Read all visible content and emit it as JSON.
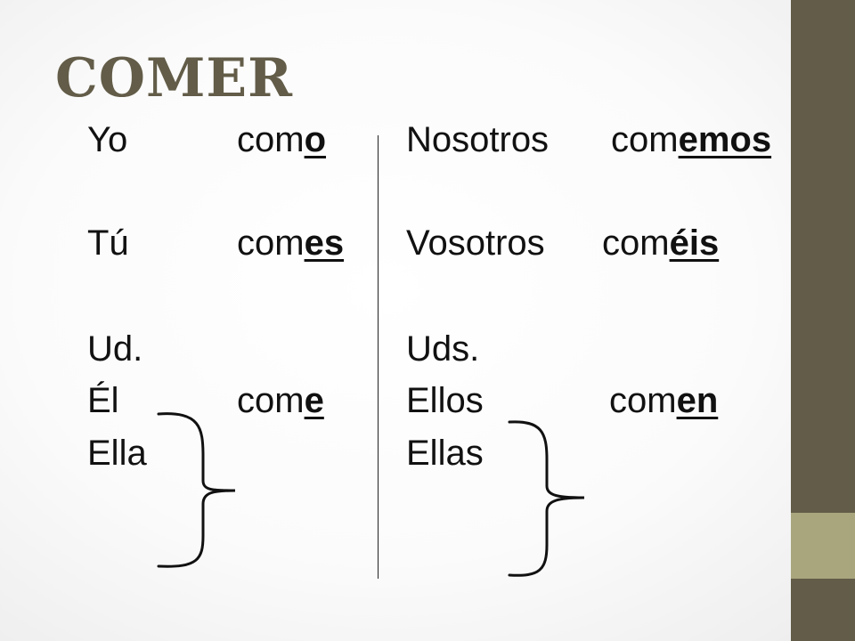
{
  "slide": {
    "title": "COMER",
    "colors": {
      "title": "#625c48",
      "sidebar_top": "#625c48",
      "sidebar_mid": "#a9a67e",
      "sidebar_bottom": "#625c48",
      "text": "#111111"
    }
  },
  "singular": {
    "yo": {
      "pronoun": "Yo",
      "stem": "com",
      "ending": "o"
    },
    "tu": {
      "pronoun": "Tú",
      "stem": "com",
      "ending": "es"
    },
    "ud": {
      "pronoun": "Ud."
    },
    "el": {
      "pronoun": "Él",
      "stem": "com",
      "ending": "e"
    },
    "ella": {
      "pronoun": "Ella"
    }
  },
  "plural": {
    "nosotros": {
      "pronoun": "Nosotros",
      "stem": "com",
      "ending": "emos"
    },
    "vosotros": {
      "pronoun": "Vosotros",
      "stem": "com",
      "ending": "éis"
    },
    "uds": {
      "pronoun": "Uds."
    },
    "ellos": {
      "pronoun": "Ellos",
      "stem": "com",
      "ending": "en"
    },
    "ellas": {
      "pronoun": "Ellas"
    }
  }
}
